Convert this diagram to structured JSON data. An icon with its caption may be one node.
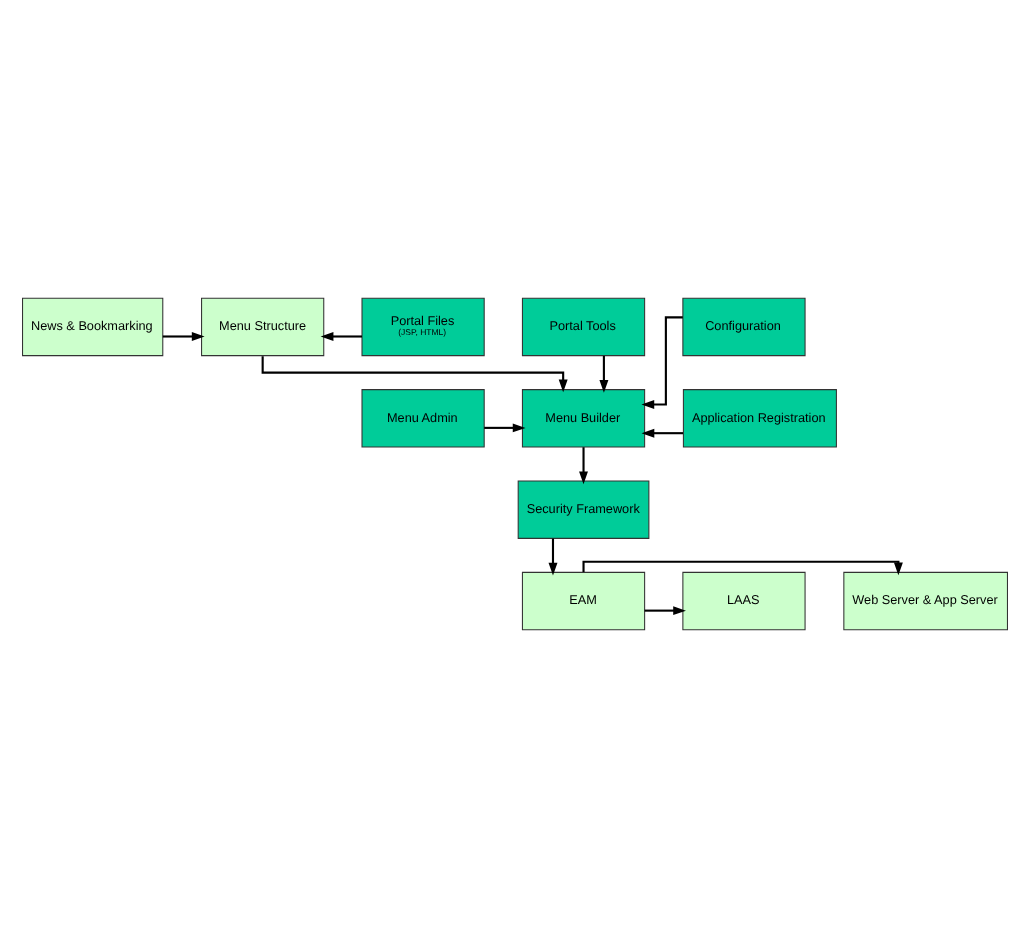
{
  "diagram": {
    "nodes": [
      {
        "text": [
          "News & Bookmarking"
        ]
      },
      {
        "text": [
          "Menu Structure"
        ]
      },
      {
        "text": [
          "Portal Files",
          "(JSP, HTML)"
        ]
      },
      {
        "text": [
          "Portal Tools"
        ]
      },
      {
        "text": [
          "Configuration"
        ]
      },
      {
        "text": [
          "Menu Admin"
        ]
      },
      {
        "text": [
          "Menu Builder"
        ]
      },
      {
        "text": [
          "Application Registration"
        ]
      },
      {
        "text": [
          "Security Framework"
        ]
      },
      {
        "text": [
          "Web Server & App Server"
        ]
      },
      {
        "text": [
          "EAM"
        ]
      },
      {
        "text": [
          "LAAS"
        ]
      }
    ],
    "edges": [
      {
        "from": 0,
        "to": 1,
        "arrow": "to"
      },
      {
        "from": 2,
        "to": 1,
        "arrow": "to"
      },
      {
        "from": 1,
        "to": 6,
        "arrow": "to"
      },
      {
        "from": 3,
        "to": 6,
        "arrow": "to"
      },
      {
        "from": 4,
        "to": 6,
        "arrow": "to"
      },
      {
        "from": 5,
        "to": 6,
        "arrow": "to"
      },
      {
        "from": 7,
        "to": 6,
        "arrow": "to"
      },
      {
        "from": 6,
        "to": 8,
        "arrow": "to"
      },
      {
        "from": 8,
        "to": 10,
        "arrow": "to"
      },
      {
        "from": 10,
        "to": 9,
        "arrow": "to"
      },
      {
        "from": 10,
        "to": 11,
        "arrow": "to"
      }
    ]
  }
}
